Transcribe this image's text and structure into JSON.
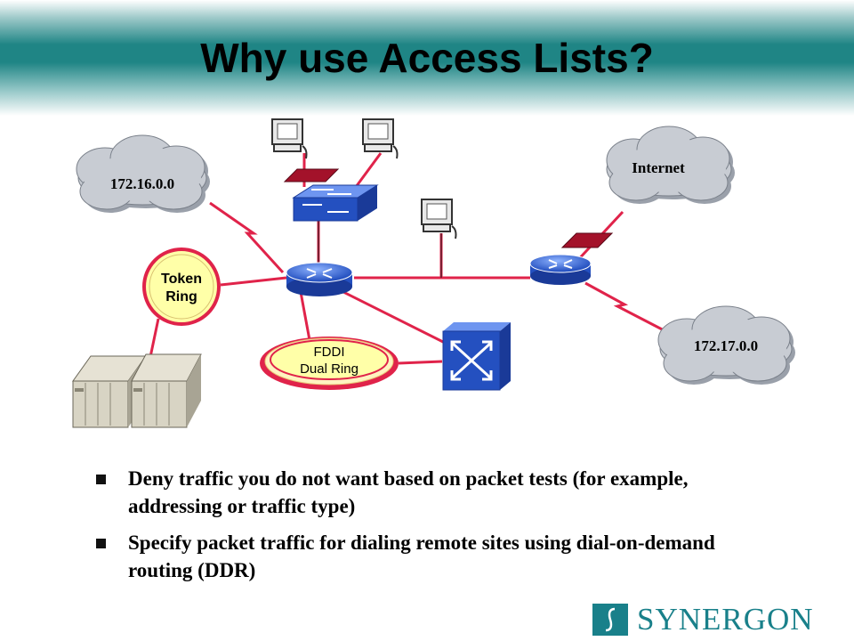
{
  "slide": {
    "title": "Why use Access Lists?"
  },
  "diagram": {
    "clouds": [
      {
        "id": "net-172-16",
        "label": "172.16.0.0"
      },
      {
        "id": "internet",
        "label": "Internet"
      },
      {
        "id": "net-172-17",
        "label": "172.17.0.0"
      }
    ],
    "token_ring": {
      "line1": "Token",
      "line2": "Ring"
    },
    "fddi": {
      "line1": "FDDI",
      "line2": "Dual Ring"
    },
    "colors": {
      "link": "#e0234a",
      "device_blue": "#3a6fd8",
      "cloud": "#c8ccd3",
      "access_list": "#a3122a",
      "ring_fill": "#ffffa8"
    }
  },
  "bullets": [
    {
      "text": "Deny traffic you do not want based on packet tests (for example, addressing or traffic type)"
    },
    {
      "text": "Specify packet traffic for dialing remote sites using dial-on-demand routing (DDR)"
    }
  ],
  "logo": {
    "text": "SYNERGON"
  }
}
